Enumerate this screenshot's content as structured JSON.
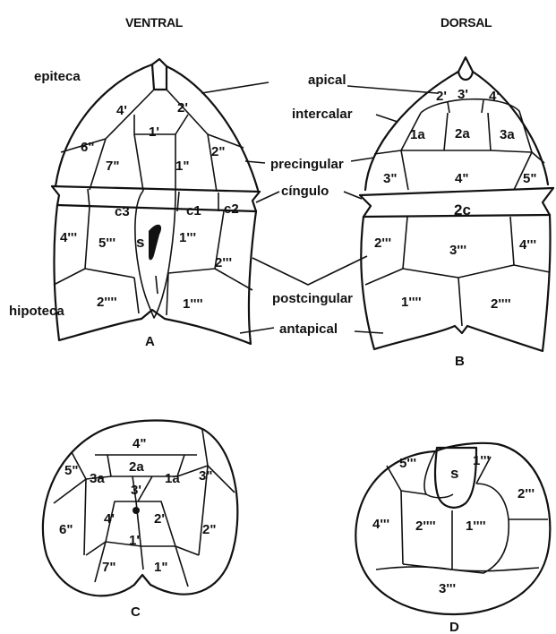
{
  "headers": {
    "ventral": "VENTRAL",
    "dorsal": "DORSAL"
  },
  "terms": {
    "epiteca": "epiteca",
    "hipoteca": "hipoteca",
    "apical": "apical",
    "intercalar": "intercalar",
    "precingular": "precingular",
    "cingulo": "cíngulo",
    "postcingular": "postcingular",
    "antapical": "antapical"
  },
  "figure_letters": {
    "a": "A",
    "b": "B",
    "c": "C",
    "d": "D"
  },
  "plates_a": {
    "p4a": "4'",
    "p2a": "2'",
    "p1a": "1'",
    "p6b": "6\"",
    "p7b": "7\"",
    "p1b": "1\"",
    "p2b": "2\"",
    "c3": "c3",
    "c1": "c1",
    "c2": "c2",
    "s": "s",
    "p4c": "4'''",
    "p5c": "5'''",
    "p1c": "1'''",
    "p2c": "2'''",
    "p2d": "2''''",
    "p1d": "1''''"
  },
  "plates_b": {
    "p2a": "2'",
    "p3a": "3'",
    "p4a": "4'",
    "i1a": "1a",
    "i2a": "2a",
    "i3a": "3a",
    "p3b": "3\"",
    "p4b": "4\"",
    "p5b": "5\"",
    "c2c": "2c",
    "p2c": "2'''",
    "p3c": "3'''",
    "p4c": "4'''",
    "p1d": "1''''",
    "p2d": "2''''"
  },
  "plates_c": {
    "p4b": "4\"",
    "p5b": "5\"",
    "i3a": "3a",
    "i2a": "2a",
    "i1a": "1a",
    "p3b": "3\"",
    "p3a": "3'",
    "p4a": "4'",
    "p2a": "2'",
    "p6b": "6\"",
    "p2b": "2\"",
    "p1a": "1'",
    "p7b": "7\"",
    "p1b": "1\""
  },
  "plates_d": {
    "p5c": "5'''",
    "s": "s",
    "p1c": "1'''",
    "p2c": "2'''",
    "p4c": "4'''",
    "p2d": "2''''",
    "p1d": "1''''",
    "p3c": "3'''"
  }
}
